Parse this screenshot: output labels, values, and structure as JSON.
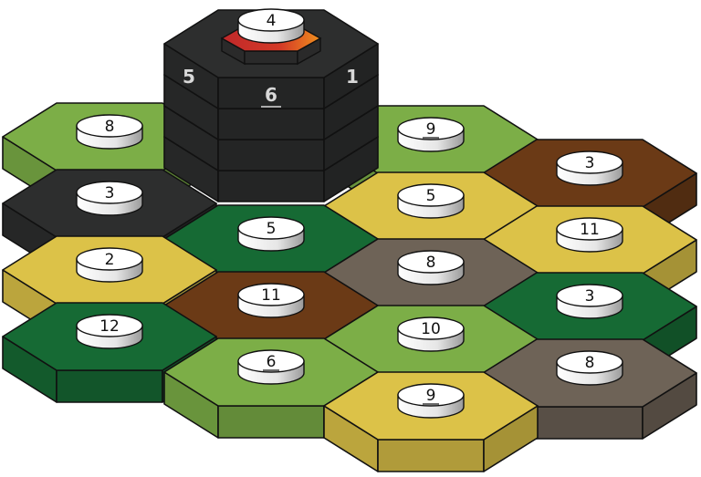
{
  "board": {
    "terrain_colors": {
      "forest": "#166a34",
      "pasture": "#7cae47",
      "hills": "#6b3a16",
      "fields": "#dcc248",
      "mountains": "#6e6357",
      "dark": "#2d2e2e"
    },
    "tiles": [
      {
        "col": 0,
        "row": 0,
        "terrain": "pasture",
        "number": "8",
        "underline": false
      },
      {
        "col": 0,
        "row": 1,
        "terrain": "dark",
        "number": "3",
        "underline": false
      },
      {
        "col": 0,
        "row": 2,
        "terrain": "fields",
        "number": "2",
        "underline": false
      },
      {
        "col": 0,
        "row": 3,
        "terrain": "forest",
        "number": "12",
        "underline": false
      },
      {
        "col": 1,
        "row": 1,
        "terrain": "forest",
        "number": "5",
        "underline": false
      },
      {
        "col": 1,
        "row": 2,
        "terrain": "hills",
        "number": "11",
        "underline": false
      },
      {
        "col": 1,
        "row": 3,
        "terrain": "pasture",
        "number": "6",
        "underline": true
      },
      {
        "col": 2,
        "row": 0,
        "terrain": "pasture",
        "number": "9",
        "underline": true
      },
      {
        "col": 2,
        "row": 1,
        "terrain": "fields",
        "number": "5",
        "underline": false
      },
      {
        "col": 2,
        "row": 2,
        "terrain": "mountains",
        "number": "8",
        "underline": false
      },
      {
        "col": 2,
        "row": 3,
        "terrain": "pasture",
        "number": "10",
        "underline": false
      },
      {
        "col": 2,
        "row": 4,
        "terrain": "fields",
        "number": "9",
        "underline": true
      },
      {
        "col": 3,
        "row": 0,
        "terrain": "hills",
        "number": "3",
        "underline": false
      },
      {
        "col": 3,
        "row": 1,
        "terrain": "fields",
        "number": "11",
        "underline": false
      },
      {
        "col": 3,
        "row": 2,
        "terrain": "forest",
        "number": "3",
        "underline": false
      },
      {
        "col": 3,
        "row": 3,
        "terrain": "mountains",
        "number": "8",
        "underline": false
      }
    ],
    "tower": {
      "top_number": "4",
      "face_labels": {
        "left": "5",
        "front": "6",
        "right": "1"
      },
      "layers": 4
    }
  }
}
